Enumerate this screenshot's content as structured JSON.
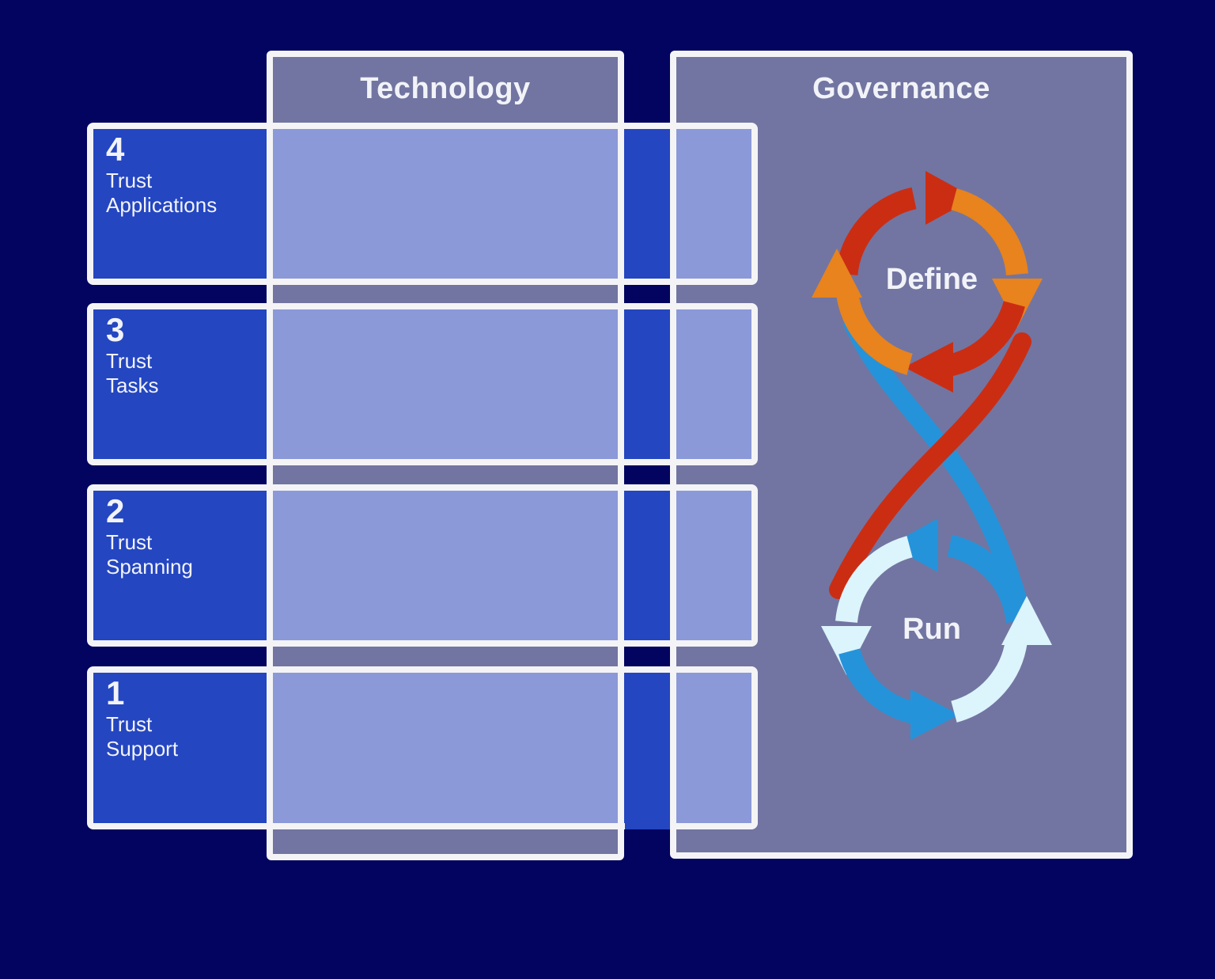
{
  "columns": {
    "technology": "Technology",
    "governance": "Governance"
  },
  "rows": [
    {
      "number": "4",
      "line1": "Trust",
      "line2": "Applications"
    },
    {
      "number": "3",
      "line1": "Trust",
      "line2": "Tasks"
    },
    {
      "number": "2",
      "line1": "Trust",
      "line2": "Spanning"
    },
    {
      "number": "1",
      "line1": "Trust",
      "line2": "Support"
    }
  ],
  "loops": {
    "define": "Define",
    "run": "Run"
  },
  "colors": {
    "background": "#020460",
    "panel": "#7275a1",
    "royal": "#2446c1",
    "periwinkle": "#8b99d9",
    "border": "#f4f4f6",
    "text": "#f2f3f8",
    "loop-red": "#cb2d13",
    "loop-orange": "#e8831d",
    "loop-blue": "#2593da",
    "loop-pale": "#dcf4fb"
  }
}
